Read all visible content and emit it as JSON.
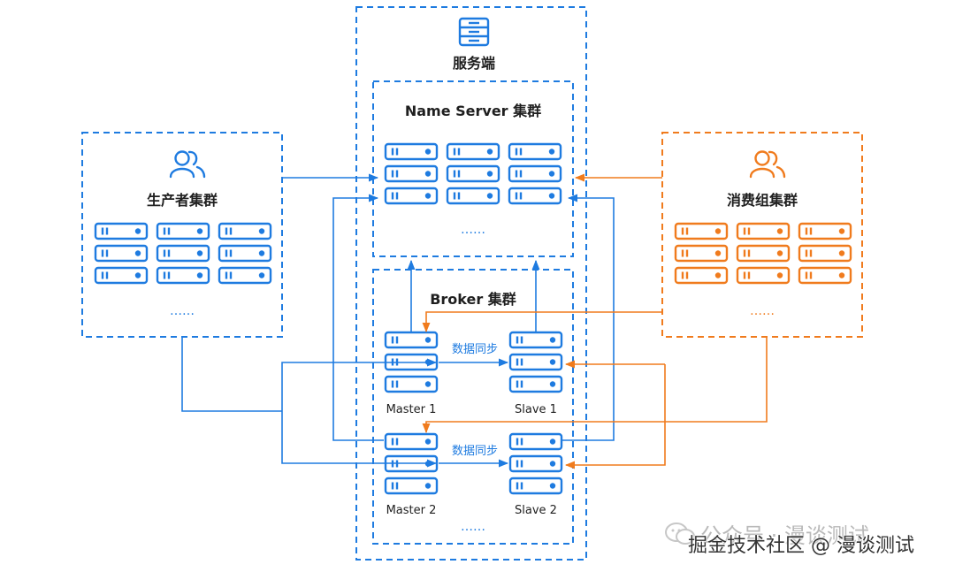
{
  "colors": {
    "blue": "#1e7be0",
    "orange": "#f07b1d",
    "text": "#1f1f1f",
    "watermark": "#b9b9b9",
    "watermark_dark": "#333333"
  },
  "icons": {
    "service": "server-rack-icon",
    "producer": "users-icon",
    "consumer": "users-icon"
  },
  "service": {
    "title": "服务端"
  },
  "nameserver": {
    "title": "Name Server 集群",
    "more": "……"
  },
  "broker": {
    "title": "Broker 集群",
    "more": "……",
    "sync_label_1": "数据同步",
    "sync_label_2": "数据同步",
    "master1": "Master 1",
    "slave1": "Slave 1",
    "master2": "Master 2",
    "slave2": "Slave 2"
  },
  "producer": {
    "title": "生产者集群",
    "more": "……"
  },
  "consumer": {
    "title": "消费组集群",
    "more": "……"
  },
  "watermark": {
    "line1": "公众号 · 漫谈测试",
    "line2": "掘金技术社区 @ 漫谈测试"
  }
}
